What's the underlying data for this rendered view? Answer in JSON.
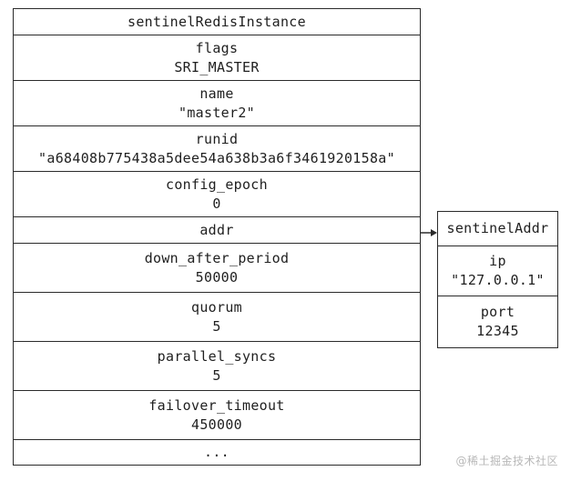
{
  "main_struct": {
    "title": "sentinelRedisInstance",
    "fields": {
      "flags": {
        "name": "flags",
        "value": "SRI_MASTER"
      },
      "name": {
        "name": "name",
        "value": "\"master2\""
      },
      "runid": {
        "name": "runid",
        "value": "\"a68408b775438a5dee54a638b3a6f3461920158a\""
      },
      "config_epoch": {
        "name": "config_epoch",
        "value": "0"
      },
      "addr": {
        "name": "addr"
      },
      "down_after_period": {
        "name": "down_after_period",
        "value": "50000"
      },
      "quorum": {
        "name": "quorum",
        "value": "5"
      },
      "parallel_syncs": {
        "name": "parallel_syncs",
        "value": "5"
      },
      "failover_timeout": {
        "name": "failover_timeout",
        "value": "450000"
      }
    },
    "ellipsis": "..."
  },
  "addr_struct": {
    "title": "sentinelAddr",
    "fields": {
      "ip": {
        "name": "ip",
        "value": "\"127.0.0.1\""
      },
      "port": {
        "name": "port",
        "value": "12345"
      }
    }
  },
  "watermark": "@稀土掘金技术社区",
  "colors": {
    "border": "#2a2a2a",
    "text": "#1f1f1f",
    "watermark": "#b8b8b8",
    "background": "#ffffff"
  }
}
